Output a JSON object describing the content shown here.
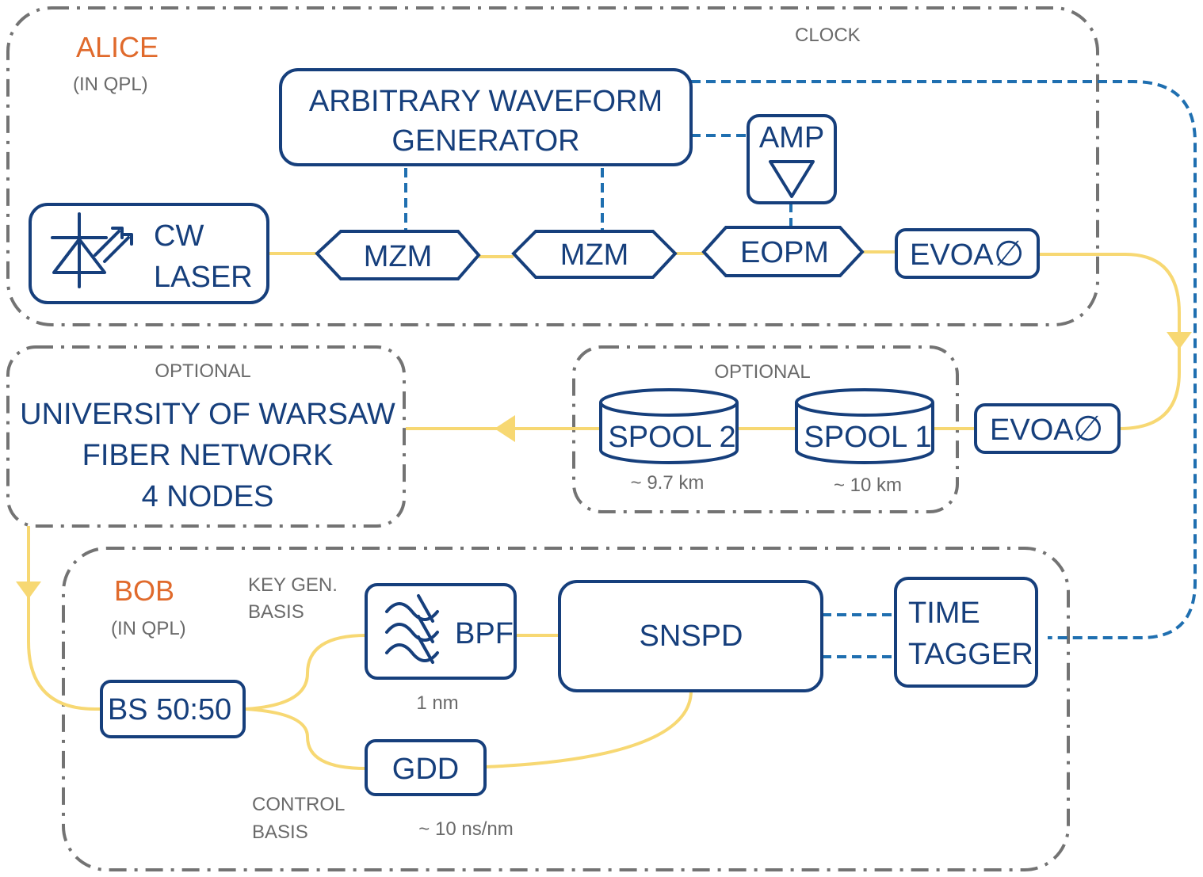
{
  "alice": {
    "title": "ALICE",
    "subtitle": "(IN QPL)",
    "clock_label": "CLOCK"
  },
  "bob": {
    "title": "BOB",
    "subtitle": "(IN QPL)",
    "key_gen_line1": "KEY GEN.",
    "key_gen_line2": "BASIS",
    "control_line1": "CONTROL",
    "control_line2": "BASIS"
  },
  "blocks": {
    "awg_line1": "ARBITRARY WAVEFORM",
    "awg_line2": "GENERATOR",
    "amp": "AMP",
    "cw_line1": "CW",
    "cw_line2": "LASER",
    "mzm1": "MZM",
    "mzm2": "MZM",
    "eopm": "EOPM",
    "evoa1": "EVOA",
    "evoa2": "EVOA",
    "spool1": "SPOOL 1",
    "spool2": "SPOOL 2",
    "uw_line1": "UNIVERSITY OF WARSAW",
    "uw_line2": "FIBER NETWORK",
    "uw_line3": "4 NODES",
    "bs": "BS 50:50",
    "bpf": "BPF",
    "snspd": "SNSPD",
    "tt_line1": "TIME",
    "tt_line2": "TAGGER",
    "gdd": "GDD"
  },
  "optional_labels": {
    "left": "OPTIONAL",
    "right": "OPTIONAL"
  },
  "annotations": {
    "spool2_len": "~ 9.7 km",
    "spool1_len": "~ 10 km",
    "bpf_width": "1 nm",
    "gdd_value": "~ 10 ns/nm"
  },
  "glyphs": {
    "attenuator": "∅"
  },
  "icons": [
    "laser-diode-icon",
    "amplifier-triangle-icon",
    "bandpass-filter-icon",
    "attenuator-icon"
  ],
  "colors": {
    "block": "#163f7c",
    "fiber": "#f7d873",
    "electrical": "#1f6fb0",
    "region": "#737373",
    "title": "#e06a2c"
  }
}
